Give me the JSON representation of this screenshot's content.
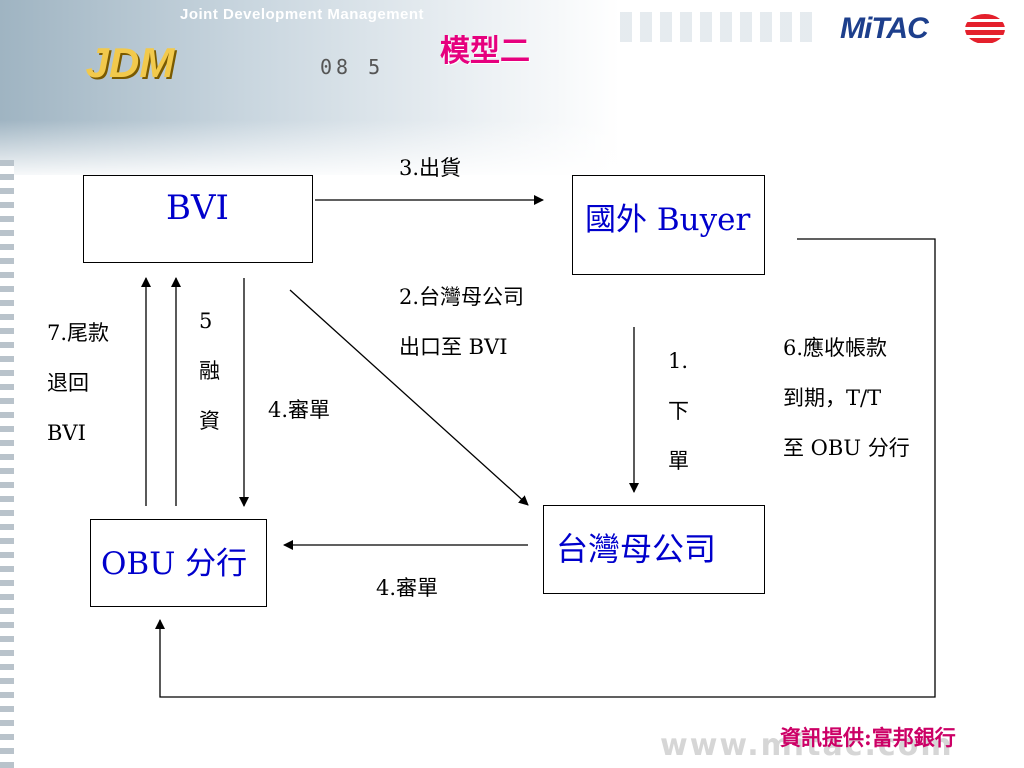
{
  "header": {
    "tagline": "Joint Development Management",
    "logo_text": "JDM",
    "slide_title": "模型二",
    "deco_digits": "08 5",
    "brand_logo": "MiTAC",
    "brand_mark_icon": "mitac-striped-globe-icon"
  },
  "nodes": {
    "bvi": "BVI",
    "buyer": "國外 Buyer",
    "taiwan_parent": "台灣母公司",
    "obu_branch": "OBU 分行"
  },
  "steps": {
    "ship": "3.出貨",
    "export": "2.台灣母公司\n出口至 BVI",
    "order": "1.\n下\n單",
    "receivable": "6.應收帳款\n到期，T/T\n至 OBU 分行",
    "refund": "7.尾款\n退回\nBVI",
    "financing": "5\n融\n資",
    "review_left": "4.審單",
    "review_bottom": "4.審單"
  },
  "footer": {
    "credit": "資訊提供:富邦銀行",
    "url": "www.mitac.com"
  },
  "colors": {
    "title": "#e6007e",
    "node_text": "#0000cc",
    "credit": "#cc0066",
    "brand": "#1d3f8c"
  }
}
